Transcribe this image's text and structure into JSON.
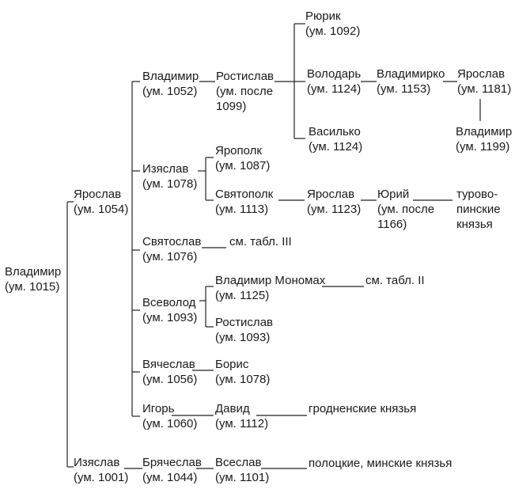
{
  "people": {
    "vladimir_1015": {
      "name": "Владимир",
      "date": "(ум. 1015)"
    },
    "yaroslav_1054": {
      "name": "Ярослав",
      "date": "(ум. 1054)"
    },
    "izyaslav_1001": {
      "name": "Изяслав",
      "date": "(ум. 1001)"
    },
    "bryachislav_1044": {
      "name": "Брячеслав",
      "date": "(ум. 1044)"
    },
    "vseslav_1101": {
      "name": "Всеслав",
      "date": "(ум. 1101)"
    },
    "vladimir_1052": {
      "name": "Владимир",
      "date": "(ум. 1052)"
    },
    "rostislav_1099": {
      "name": "Ростислав",
      "date": "(ум. после",
      "date2": "1099)"
    },
    "ryurik_1092": {
      "name": "Рюрик",
      "date": "(ум. 1092)"
    },
    "volodar_1124": {
      "name": "Володарь",
      "date": "(ум. 1124)"
    },
    "vladimirko_1153": {
      "name": "Владимирко",
      "date": "(ум. 1153)"
    },
    "yaroslav_1181": {
      "name": "Ярослав",
      "date": "(ум. 1181)"
    },
    "vladimir_1199": {
      "name": "Владимир",
      "date": "(ум. 1199)"
    },
    "vasilko_1124": {
      "name": "Василько",
      "date": "(ум. 1124)"
    },
    "izyaslav_1078": {
      "name": "Изяслав",
      "date": "(ум. 1078)"
    },
    "yaropolk_1087": {
      "name": "Ярополк",
      "date": "(ум. 1087)"
    },
    "svyatopolk_1113": {
      "name": "Святополк",
      "date": "(ум. 1113)"
    },
    "yaroslav_1123": {
      "name": "Ярослав",
      "date": "(ум. 1123)"
    },
    "yuri_1166": {
      "name": "Юрий",
      "date": "(ум. после",
      "date2": "1166)"
    },
    "svyatoslav_1076": {
      "name": "Святослав",
      "date": "(ум. 1076)"
    },
    "vsevolod_1093": {
      "name": "Всеволод",
      "date": "(ум. 1093)"
    },
    "monomakh_1125": {
      "name": "Владимир Мономах",
      "date": "(ум. 1125)"
    },
    "rostislav_1093": {
      "name": "Ростислав",
      "date": "(ум. 1093)"
    },
    "vyacheslav_1056": {
      "name": "Вячеслав",
      "date": "(ум. 1056)"
    },
    "boris_1078": {
      "name": "Борис",
      "date": "(ум. 1078)"
    },
    "igor_1060": {
      "name": "Игорь",
      "date": "(ум. 1060)"
    },
    "david_1112": {
      "name": "Давид",
      "date": "(ум. 1112)"
    }
  },
  "notes": {
    "turov_line1": "турово-",
    "turov_line2": "пинские",
    "turov_line3": "князья",
    "see_table_3": "см. табл. III",
    "see_table_2": "см. табл. II",
    "grodno": "гродненские князья",
    "polotsk": "полоцкие, минские князья"
  }
}
